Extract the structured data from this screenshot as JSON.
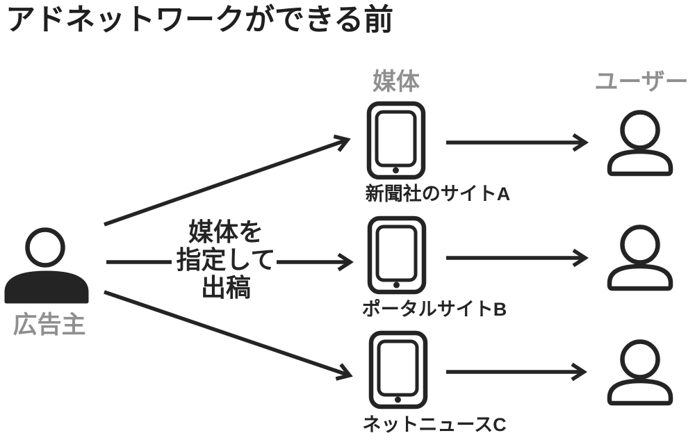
{
  "title": "アドネットワークができる前",
  "colors": {
    "ink": "#242424",
    "label_gray": "#8f8f8f",
    "background": "#ffffff"
  },
  "columns": {
    "media_header": "媒体",
    "users_header": "ユーザー"
  },
  "advertiser": {
    "label": "広告主",
    "icon": "person-filled-icon"
  },
  "flow_note": {
    "lines": [
      "媒体を",
      "指定して",
      "出稿"
    ]
  },
  "media_items": [
    {
      "label": "新聞社のサイトA",
      "icon": "tablet-icon"
    },
    {
      "label": "ポータルサイトB",
      "icon": "tablet-icon"
    },
    {
      "label": "ネットニュースC",
      "icon": "tablet-icon"
    }
  ],
  "users": [
    {
      "icon": "person-outline-icon"
    },
    {
      "icon": "person-outline-icon"
    },
    {
      "icon": "person-outline-icon"
    }
  ]
}
